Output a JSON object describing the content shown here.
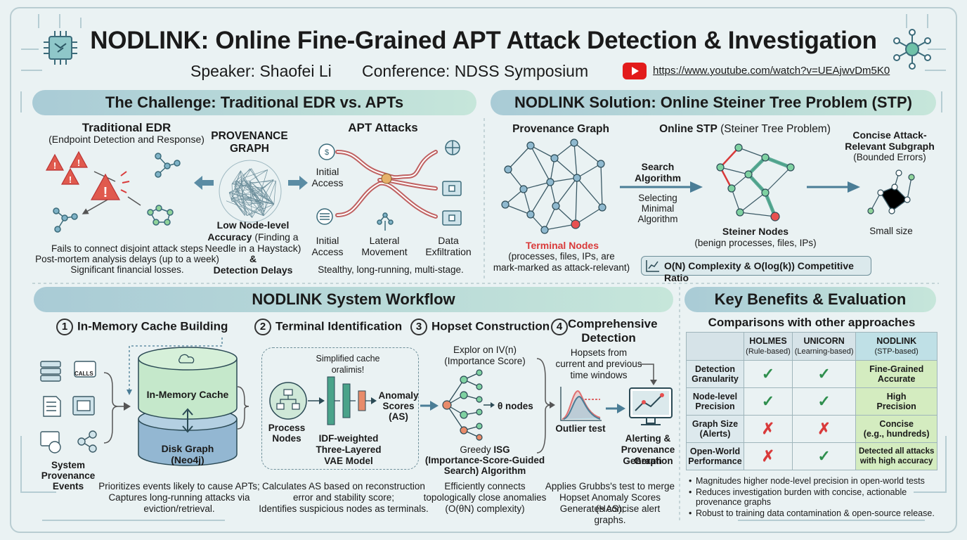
{
  "header": {
    "title": "NODLINK: Online Fine-Grained APT Attack Detection & Investigation",
    "speaker": "Speaker: Shaofei Li",
    "conference": "Conference: NDSS Symposium",
    "url": "https://www.youtube.com/watch?v=UEAjwvDm5K0"
  },
  "challenge": {
    "band": "The Challenge: Traditional EDR vs. APTs",
    "edr_title": "Traditional EDR",
    "edr_sub": "(Endpoint Detection and Response)",
    "edr_notes": [
      "Fails to connect disjoint attack steps",
      "Post-mortem analysis delays (up to a week)",
      "Significant financial losses."
    ],
    "prov_title_1": "PROVENANCE",
    "prov_title_2": "GRAPH",
    "prov_note_1": "Low Node-level",
    "prov_note_2": "Accuracy",
    "prov_note_3": " (Finding a",
    "prov_note_4": "Needle in a Haystack)",
    "prov_note_5": "&",
    "prov_note_6": "Detection Delays",
    "apt_title": "APT Attacks",
    "apt_initial_1": "Initial",
    "apt_initial_2": "Access",
    "apt_initial_3": "Initial",
    "apt_initial_4": "Access",
    "apt_lateral_1": "Lateral",
    "apt_lateral_2": "Movement",
    "apt_exfil_1": "Data",
    "apt_exfil_2": "Exfiltration",
    "apt_note": "Stealthy, long-running, multi-stage."
  },
  "solution": {
    "band": "NODLINK Solution: Online Steiner Tree Problem (STP)",
    "prov_graph": "Provenance Graph",
    "terminal_nodes": "Terminal Nodes",
    "terminal_desc_1": "(processes, files, IPs, are",
    "terminal_desc_2": "mark-marked as attack-relevant)",
    "search_1": "Search",
    "search_2": "Algorithm",
    "selecting_1": "Selecting",
    "selecting_2": "Minimal",
    "selecting_3": "Algorithm",
    "online_stp_bold": "Online STP",
    "online_stp_rest": " (Steiner Tree Problem)",
    "steiner_nodes": "Steiner Nodes",
    "steiner_desc": "(benign processes, files, IPs)",
    "concise_1": "Concise Attack-",
    "concise_2": "Relevant Subgraph",
    "concise_3": "(Bounded Errors)",
    "small_size": "Small size",
    "complexity": "O(N) Complexity & O(log(k)) Competitive Ratio"
  },
  "workflow": {
    "band": "NODLINK System Workflow",
    "step1_num": "1",
    "step1": "In-Memory Cache Building",
    "step2_num": "2",
    "step2": "Terminal Identification",
    "step3_num": "3",
    "step3": "Hopset Construction",
    "step4_num": "4",
    "step4_1": "Comprehensive",
    "step4_2": "Detection",
    "calls": "CALLS",
    "events_1": "System",
    "events_2": "Provenance",
    "events_3": "Events",
    "cache": "In-Memory Cache",
    "disk_1": "Disk Graph",
    "disk_2": "(Neo4j)",
    "step1_desc_1": "Prioritizes events likely to cause APTs;",
    "step1_desc_2": "Captures long-running attacks via",
    "step1_desc_3": "eviction/retrieval.",
    "simplified_1": "Simplified cache",
    "simplified_2": "oralimis!",
    "process_1": "Process",
    "process_2": "Nodes",
    "vae_1": "IDF-weighted",
    "vae_2": "Three-Layered",
    "vae_3": "VAE Model",
    "anomaly_1": "Anomaly",
    "anomaly_2": "Scores",
    "anomaly_3": "(AS)",
    "step2_desc_1": "Calculates AS based on reconstruction",
    "step2_desc_2": "error and stability score;",
    "step2_desc_3": "Identifies suspicious nodes as terminals.",
    "explor_1": "Explor on IV(n)",
    "explor_2": "(Importance Score)",
    "theta_nodes": "θ nodes",
    "isg_1a": "Greedy ",
    "isg_1b": "ISG",
    "isg_2": "(Importance-Score-Guided",
    "isg_3": "Search) Algorithm",
    "step3_desc_1": "Efficiently connects",
    "step3_desc_2": "topologically close anomalies",
    "step3_desc_3": "(O(θN) complexity)",
    "hopsets_1": "Hopsets from",
    "hopsets_2": "current and previous",
    "hopsets_3": "time windows",
    "outlier": "Outlier test",
    "alerting_1": "Alerting &",
    "alerting_2": "Provenance Graph",
    "alerting_3": "Generation",
    "step4_desc_1": "Applies Grubbs's test to merge",
    "step4_desc_2": "Hopset Anomaly Scores (HAS);",
    "step4_desc_3": "Generates concise alert graphs."
  },
  "benefits": {
    "band": "Key Benefits & Evaluation",
    "subtitle": "Comparisons with other approaches",
    "cols": [
      {
        "name": "HOLMES",
        "sub": "(Rule-based)"
      },
      {
        "name": "UNICORN",
        "sub": "(Learning-based)"
      },
      {
        "name": "NODLINK",
        "sub": "(STP-based)"
      }
    ],
    "rows": [
      {
        "h1": "Detection",
        "h2": "Granularity",
        "holmes": "✓",
        "unicorn": "✓",
        "n1": "Fine-Grained",
        "n2": "Accurate"
      },
      {
        "h1": "Node-level",
        "h2": "Precision",
        "holmes": "✓",
        "unicorn": "✓",
        "n1": "High",
        "n2": "Precision"
      },
      {
        "h1": "Graph Size",
        "h2": "(Alerts)",
        "holmes": "✗",
        "unicorn": "✗",
        "n1": "Concise",
        "n2": "(e.g., hundreds)"
      },
      {
        "h1": "Open-World",
        "h2": "Performance",
        "holmes": "✗",
        "unicorn": "✓",
        "n1": "Detected all attacks",
        "n2": "with high accuracy"
      }
    ],
    "bullets": [
      "Magnitudes higher node-level precision in open-world tests",
      "Reduces investigation burden with concise, actionable",
      "provenance graphs",
      "Robust to training data contamination & open-source release."
    ]
  },
  "colors": {
    "accent_red": "#d93a3a",
    "green": "#2f8f4e",
    "teal": "#4aa38a",
    "band_from": "#a9cbd6",
    "band_to": "#c6e6da"
  }
}
